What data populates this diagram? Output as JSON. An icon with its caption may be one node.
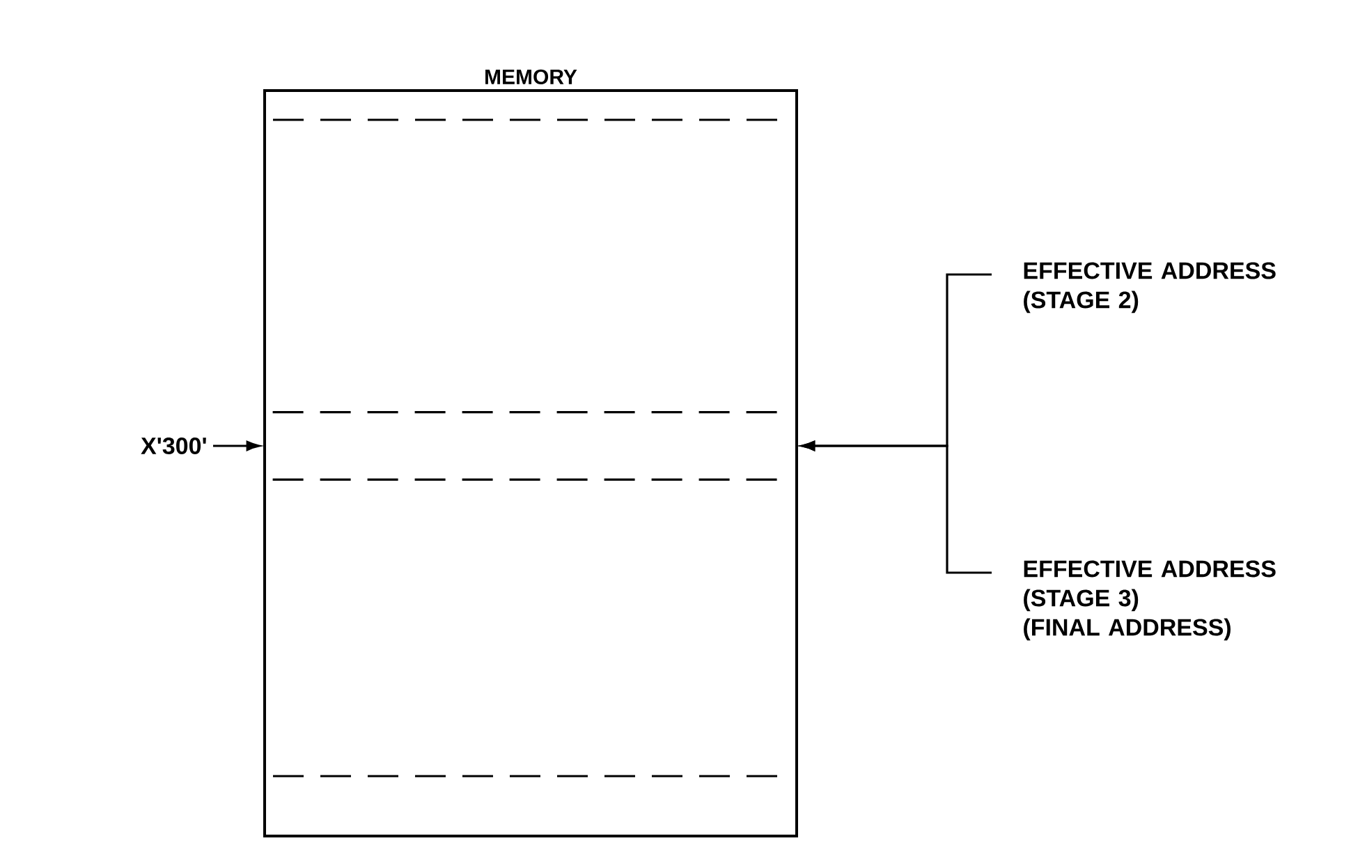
{
  "diagram": {
    "nodes": [
      {
        "text": [
          "MEMORY"
        ]
      },
      {
        "text": [],
        "shape": "box",
        "in": 0
      },
      {
        "text": [
          "X'300'"
        ]
      },
      {
        "text": [
          "EFFECTIVE ADDRESS (STAGE 2)"
        ]
      },
      {
        "text": [
          "EFFECTIVE ADDRESS (STAGE 3)",
          "(FINAL ADDRESS)"
        ]
      }
    ],
    "edges": [
      {
        "from": 2,
        "to": 1,
        "arrow": "to"
      },
      {
        "from": 3,
        "to": 1,
        "arrow": "to"
      },
      {
        "from": 4,
        "to": 1,
        "arrow": "to"
      }
    ]
  }
}
